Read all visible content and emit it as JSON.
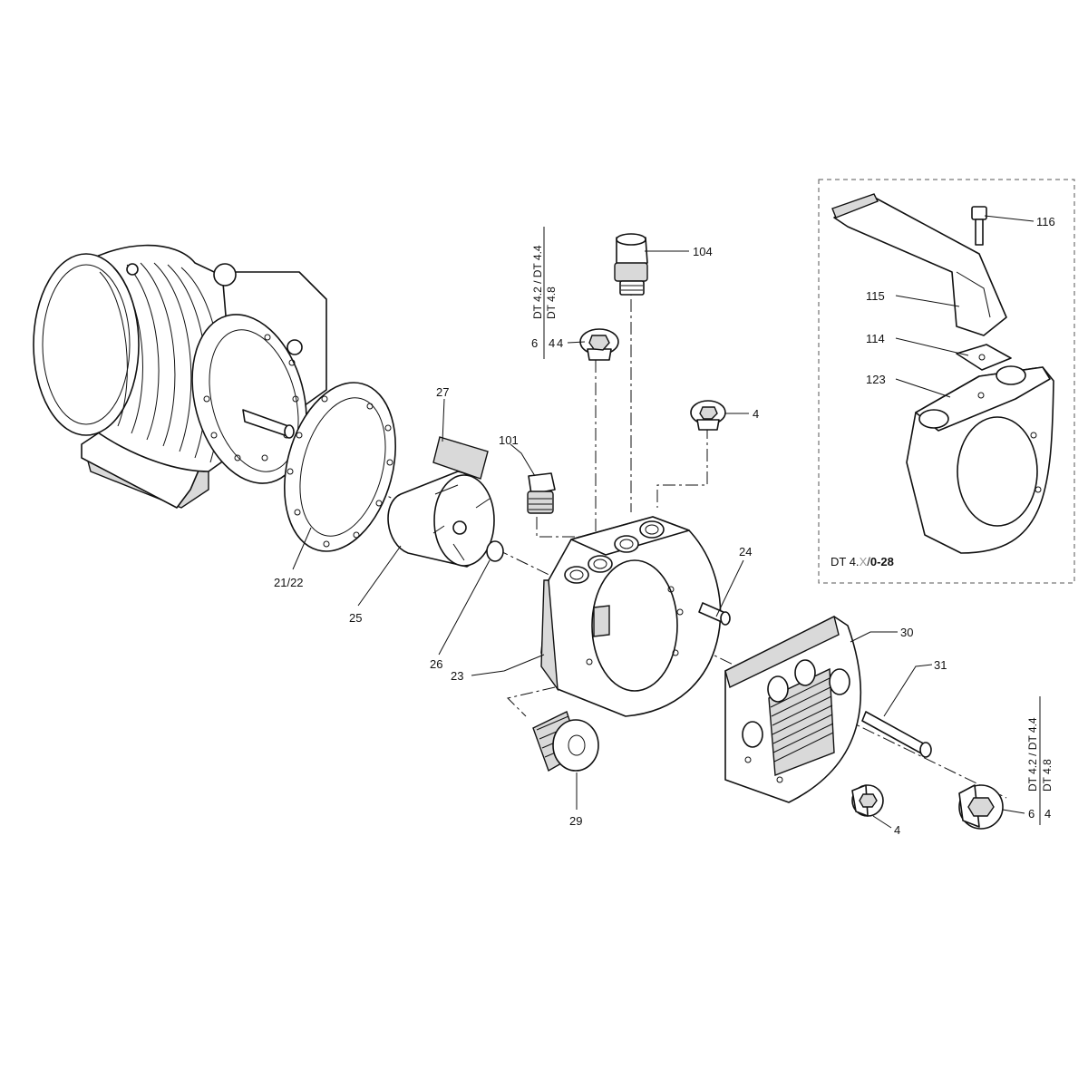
{
  "callouts": {
    "c104": "104",
    "c116": "116",
    "c115": "115",
    "c114": "114",
    "c123": "123",
    "c27": "27",
    "c101": "101",
    "c4_top": "4",
    "c4_right": "4",
    "c24": "24",
    "c21_22": "21/22",
    "c25": "25",
    "c26": "26",
    "c23": "23",
    "c30": "30",
    "c31": "31",
    "c29": "29",
    "c4_bottom": "4"
  },
  "variant_top": {
    "model_line_1": "DT 4.2 / DT 4.4",
    "model_line_2": "DT 4.8",
    "num_a": "6",
    "num_b": "4"
  },
  "variant_bottom": {
    "model_line_1": "DT 4.2 / DT 4.4",
    "model_line_2": "DT 4.8",
    "num_a": "6",
    "num_b": "4"
  },
  "inset": {
    "label_prefix": "DT 4.",
    "label_x": "X",
    "label_slash": "/",
    "label_bold": "0-28"
  }
}
